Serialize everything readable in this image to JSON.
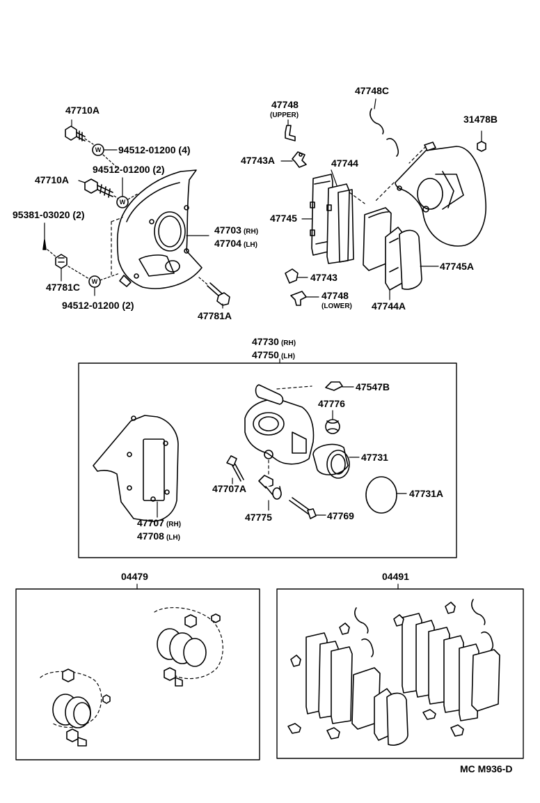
{
  "parts": {
    "p47710A_top": "47710A",
    "p94512_4": "94512-01200 (4)",
    "p94512_2a": "94512-01200 (2)",
    "p47710A_mid": "47710A",
    "p95381": "95381-03020 (2)",
    "p47781C": "47781C",
    "p94512_2b": "94512-01200 (2)",
    "p47781A": "47781A",
    "p47703": "47703",
    "p47703_tag": "(RH)",
    "p47704": "47704",
    "p47704_tag": "(LH)",
    "p47748_upper": "47748",
    "p47748_upper_tag": "(UPPER)",
    "p47748C": "47748C",
    "p31478B": "31478B",
    "p47743A": "47743A",
    "p47744": "47744",
    "p47745": "47745",
    "p47745A": "47745A",
    "p47743": "47743",
    "p47748_lower": "47748",
    "p47748_lower_tag": "(LOWER)",
    "p47744A": "47744A",
    "p47730": "47730",
    "p47730_tag": "(RH)",
    "p47750": "47750",
    "p47750_tag": "(LH)",
    "p47547B": "47547B",
    "p47776": "47776",
    "p47731": "47731",
    "p47731A": "47731A",
    "p47707A": "47707A",
    "p47775": "47775",
    "p47769": "47769",
    "p47707": "47707",
    "p47707_tag": "(RH)",
    "p47708": "47708",
    "p47708_tag": "(LH)",
    "kit_04479": "04479",
    "kit_04491": "04491"
  },
  "footer": {
    "code": "MC M936-D"
  },
  "icons": {
    "washer_glyph": "W"
  }
}
